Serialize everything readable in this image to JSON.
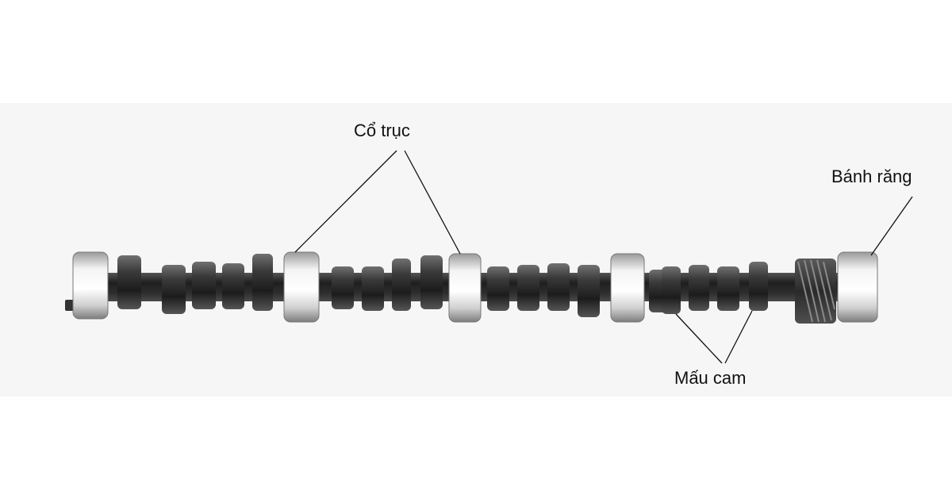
{
  "labels": {
    "journal": "Cổ trục",
    "gear": "Bánh răng",
    "cam_lobe": "Mấu cam"
  },
  "colors": {
    "background": "#ffffff",
    "band": "#f6f6f6",
    "shaft_dark": "#2b2b2b",
    "journal_light": "#e6e6e6",
    "leader_line": "#111111",
    "label_text": "#111111"
  }
}
